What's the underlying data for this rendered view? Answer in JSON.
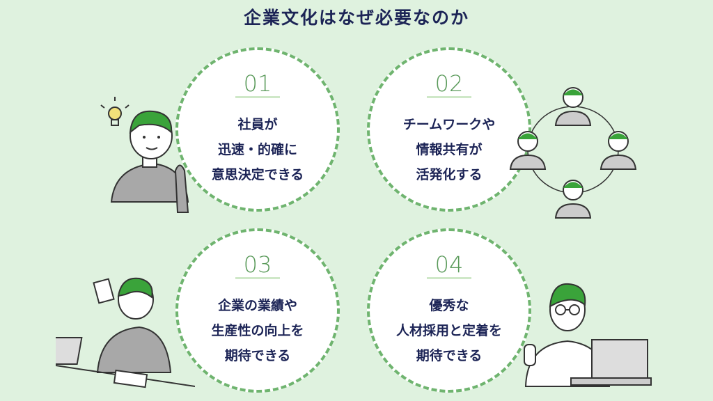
{
  "title": "企業文化はなぜ必要なのか",
  "items": [
    {
      "num": "01",
      "lines": [
        "社員が",
        "迅速・的確に",
        "意思決定できる"
      ]
    },
    {
      "num": "02",
      "lines": [
        "チームワークや",
        "情報共有が",
        "活発化する"
      ]
    },
    {
      "num": "03",
      "lines": [
        "企業の業績や",
        "生産性の向上を",
        "期待できる"
      ]
    },
    {
      "num": "04",
      "lines": [
        "優秀な",
        "人材採用と定着を",
        "期待できる"
      ]
    }
  ],
  "colors": {
    "background": "#dff2df",
    "accent": "#6fb46f",
    "text": "#1c2456",
    "hair": "#3aa33a"
  }
}
